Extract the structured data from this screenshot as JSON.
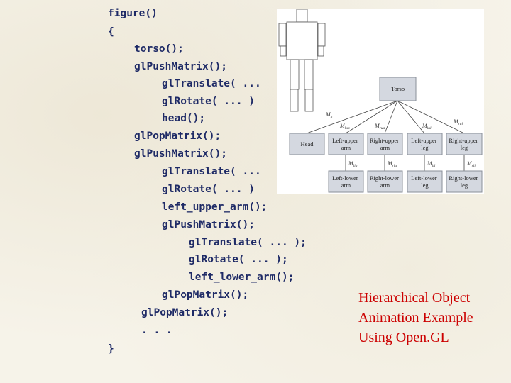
{
  "code_lines": [
    {
      "text": "figure()"
    },
    {
      "text": "{"
    },
    {
      "text": "torso();"
    },
    {
      "text": "glPushMatrix();"
    },
    {
      "text": "glTranslate( ..."
    },
    {
      "text": "glRotate( ... )"
    },
    {
      "text": "head();"
    },
    {
      "text": "glPopMatrix();"
    },
    {
      "text": "glPushMatrix();"
    },
    {
      "text": "glTranslate( ..."
    },
    {
      "text": "glRotate( ... )"
    },
    {
      "text": "left_upper_arm();"
    },
    {
      "text": "glPushMatrix();"
    },
    {
      "text": "glTranslate( ... );"
    },
    {
      "text": "glRotate( ... );"
    },
    {
      "text": "left_lower_arm();"
    },
    {
      "text": "glPopMatrix();"
    },
    {
      "text": "glPopMatrix();"
    },
    {
      "text": ". . ."
    },
    {
      "text": "}"
    }
  ],
  "diagram": {
    "root": {
      "label": "Torso"
    },
    "level1": [
      {
        "label": "Head"
      },
      {
        "label": "Left-upper arm"
      },
      {
        "label": "Right-upper arm"
      },
      {
        "label": "Left-upper leg"
      },
      {
        "label": "Right-upper leg"
      }
    ],
    "level2": [
      {
        "label": "Left-lower arm"
      },
      {
        "label": "Right-lower arm"
      },
      {
        "label": "Left-lower leg"
      },
      {
        "label": "Right-lower leg"
      }
    ],
    "matrix_labels_level1": [
      "Mh",
      "Mlua",
      "Mrua",
      "Mlul",
      "Mrul"
    ],
    "matrix_labels_level2": [
      "Mlla",
      "Mrla",
      "Mlll",
      "Mrll"
    ]
  },
  "caption": {
    "line1": "Hierarchical Object",
    "line2": "Animation Example",
    "line3": "Using Open.GL"
  }
}
